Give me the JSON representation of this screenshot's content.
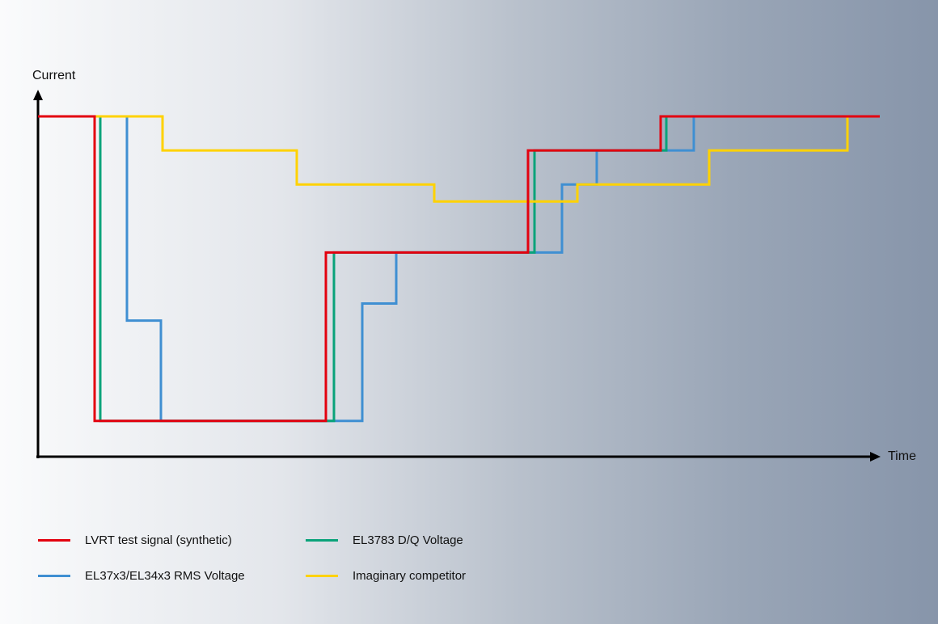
{
  "chart_data": {
    "type": "line",
    "step": true,
    "title": "",
    "xlabel": "Time",
    "ylabel": "Current",
    "xlim": [
      0,
      104
    ],
    "ylim": [
      0,
      107
    ],
    "grid": false,
    "legend_placement": "bottom",
    "series": [
      {
        "name": "EL37x3/EL34x3 RMS Voltage",
        "color": "#3f8fd2",
        "points": [
          [
            0,
            100
          ],
          [
            11,
            100
          ],
          [
            11,
            40
          ],
          [
            15.2,
            40
          ],
          [
            15.2,
            10.5
          ],
          [
            40.1,
            10.5
          ],
          [
            40.1,
            45
          ],
          [
            44.3,
            45
          ],
          [
            44.3,
            60
          ],
          [
            64.8,
            60
          ],
          [
            64.8,
            80
          ],
          [
            69.1,
            80
          ],
          [
            69.1,
            90
          ],
          [
            81.1,
            90
          ],
          [
            81.1,
            100
          ],
          [
            104,
            100
          ]
        ]
      },
      {
        "name": "EL3783 D/Q Voltage",
        "color": "#0aa37a",
        "points": [
          [
            0,
            100
          ],
          [
            7.7,
            100
          ],
          [
            7.7,
            10.5
          ],
          [
            36.6,
            10.5
          ],
          [
            36.6,
            60
          ],
          [
            61.4,
            60
          ],
          [
            61.4,
            90
          ],
          [
            77.7,
            90
          ],
          [
            77.7,
            100
          ],
          [
            104,
            100
          ]
        ]
      },
      {
        "name": "Imaginary competitor",
        "color": "#ffd200",
        "points": [
          [
            0,
            100
          ],
          [
            15.4,
            100
          ],
          [
            15.4,
            90
          ],
          [
            32,
            90
          ],
          [
            32,
            80
          ],
          [
            49,
            80
          ],
          [
            49,
            75
          ],
          [
            66.7,
            75
          ],
          [
            66.7,
            80
          ],
          [
            83,
            80
          ],
          [
            83,
            90
          ],
          [
            100.1,
            90
          ],
          [
            100.1,
            100
          ]
        ]
      },
      {
        "name": "LVRT test signal (synthetic)",
        "color": "#e3000f",
        "points": [
          [
            0,
            100
          ],
          [
            7,
            100
          ],
          [
            7,
            10.5
          ],
          [
            35.6,
            10.5
          ],
          [
            35.6,
            60
          ],
          [
            60.6,
            60
          ],
          [
            60.6,
            90
          ],
          [
            77,
            90
          ],
          [
            77,
            100
          ],
          [
            104.1,
            100
          ]
        ]
      }
    ],
    "legend": [
      {
        "label": "LVRT test signal (synthetic)",
        "color": "#e3000f"
      },
      {
        "label": "EL3783 D/Q Voltage",
        "color": "#0aa37a"
      },
      {
        "label": "EL37x3/EL34x3 RMS Voltage",
        "color": "#3f8fd2"
      },
      {
        "label": "Imaginary competitor",
        "color": "#ffd200"
      }
    ]
  }
}
